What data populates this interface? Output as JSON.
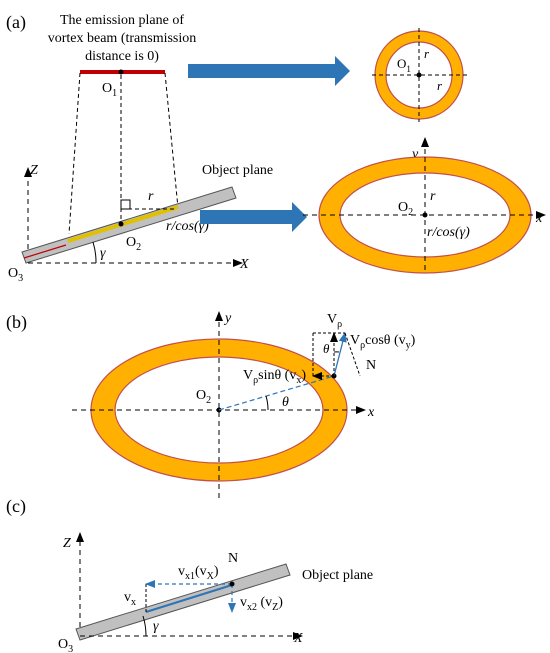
{
  "panel_a": {
    "label": "(a)",
    "emission_line1": "The emission plane of",
    "emission_line2": "vortex beam (transmission",
    "emission_line3": "distance is 0)",
    "o1": "O",
    "o1_sub": "1",
    "o2": "O",
    "o2_sub": "2",
    "o3": "O",
    "o3_sub": "3",
    "r": "r",
    "r_cos": "r/cos(γ)",
    "gamma": "γ",
    "axis_z": "Z",
    "axis_x": "X",
    "axis_y": "y",
    "axis_x_small": "x",
    "object_plane": "Object plane",
    "circle_center": "O",
    "circle_center_sub": "1",
    "ellipse_center": "O",
    "ellipse_center_sub": "2"
  },
  "panel_b": {
    "label": "(b)",
    "axis_y": "y",
    "axis_x": "x",
    "o2": "O",
    "o2_sub": "2",
    "v_rho": "V",
    "v_rho_sub": "ρ",
    "v_cos": "V",
    "v_cos_sub": "ρ",
    "v_cos_text": "cosθ (v",
    "v_cos_sub2": "y",
    "v_cos_close": ")",
    "v_sin": "V",
    "v_sin_sub": "ρ",
    "v_sin_text": "sinθ (v",
    "v_sin_sub2": "x",
    "v_sin_close": ")",
    "theta": "θ",
    "point_n": "N"
  },
  "panel_c": {
    "label": "(c)",
    "axis_z": "Z",
    "axis_x": "X",
    "o3": "O",
    "o3_sub": "3",
    "gamma": "γ",
    "point_n": "N",
    "vx": "v",
    "vx_sub": "x",
    "vx1": "v",
    "vx1_sub": "x1",
    "vx1_paren": "(v",
    "vx1_paren_sub": "X",
    "vx1_close": ")",
    "vx2": "v",
    "vx2_sub": "x2",
    "vx2_paren": " (v",
    "vx2_paren_sub": "Z",
    "vx2_close": ")",
    "object_plane": "Object plane"
  },
  "colors": {
    "ring_fill": "#FFB000",
    "ring_edge": "#C0504D",
    "arrow_blue": "#2E75B6",
    "plane_gray": "#C0C0C0",
    "emission_red": "#C00000",
    "dash_blue": "#2E75B6"
  }
}
